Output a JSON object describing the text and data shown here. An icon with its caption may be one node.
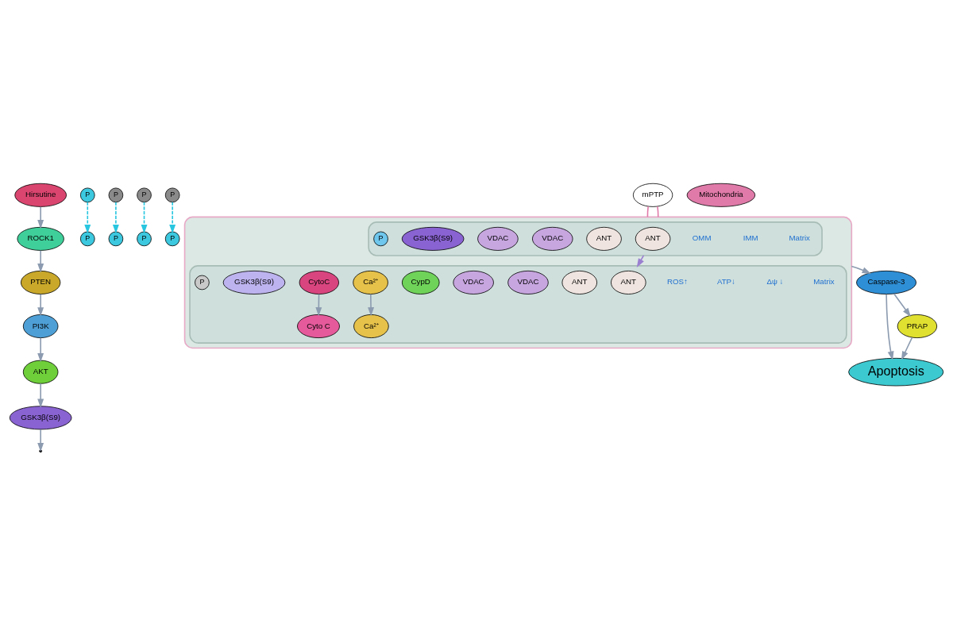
{
  "diagram": {
    "nodes": [
      {
        "text": [
          "Hirsutine"
        ]
      },
      {
        "text": [
          "ROCK1"
        ]
      },
      {
        "text": [
          "PTEN"
        ]
      },
      {
        "text": [
          "P"
        ]
      },
      {
        "text": [
          "P"
        ]
      },
      {
        "text": [
          "AKT"
        ]
      },
      {
        "text": [
          "P"
        ]
      },
      {
        "text": [
          "P"
        ]
      },
      {
        "text": [
          "GSK3β(S9)"
        ]
      },
      {
        "text": [
          "P"
        ]
      },
      {
        "text": [
          "P"
        ]
      },
      {
        "text": [
          "PI3K"
        ]
      },
      {
        "text": [
          "P"
        ]
      },
      {
        "text": [
          "P"
        ]
      },
      {
        "text": [],
        "shape": "box"
      },
      {
        "text": [],
        "shape": "box",
        "in": 14
      },
      {
        "text": [
          "ANT"
        ],
        "in": 15
      },
      {
        "text": [
          "ANT"
        ],
        "in": 15
      },
      {
        "text": [
          "VDAC"
        ],
        "in": 15
      },
      {
        "text": [
          "VDAC"
        ],
        "in": 15
      },
      {
        "text": [
          "GSK3β(S9)"
        ],
        "in": 15
      },
      {
        "text": [
          "P"
        ],
        "in": 15
      },
      {
        "text": [],
        "shape": "box",
        "in": 14
      },
      {
        "text": [
          "ANT"
        ],
        "in": 22
      },
      {
        "text": [
          "ANT"
        ],
        "in": 22
      },
      {
        "text": [
          "VDAC"
        ],
        "in": 22
      },
      {
        "text": [
          "VDAC"
        ],
        "in": 22
      },
      {
        "text": [
          "CypD"
        ],
        "in": 22
      },
      {
        "text": [
          "Ca²⁺"
        ],
        "in": 22
      },
      {
        "text": [
          "CytoC"
        ],
        "in": 22
      },
      {
        "text": [
          "Ca²⁺"
        ],
        "in": 22
      },
      {
        "text": [
          "Cyto C"
        ],
        "in": 22
      },
      {
        "text": [
          "GSK3β(S9)"
        ],
        "in": 22
      },
      {
        "text": [
          "P"
        ],
        "in": 22
      },
      {
        "text": [
          "Mitochondria"
        ]
      },
      {
        "text": [
          "mPTP"
        ]
      },
      {
        "text": [
          "Caspase-3"
        ]
      },
      {
        "text": [
          "Apoptosis"
        ]
      },
      {
        "text": [
          "PRAP"
        ]
      }
    ],
    "edges": [
      {
        "from": 0,
        "to": 1,
        "arrow": "to"
      },
      {
        "from": 1,
        "to": 2,
        "arrow": "to"
      },
      {
        "from": 3,
        "to": 4,
        "arrow": "to",
        "style": "dashed",
        "color": "#29c6e0"
      },
      {
        "from": 2,
        "to": 11,
        "arrow": "to"
      },
      {
        "from": 6,
        "to": 7,
        "arrow": "to",
        "style": "dashed",
        "color": "#29c6e0"
      },
      {
        "from": 11,
        "to": 5,
        "arrow": "to"
      },
      {
        "from": 12,
        "to": 13,
        "arrow": "to",
        "style": "dashed",
        "color": "#29c6e0"
      },
      {
        "from": 5,
        "to": 8,
        "arrow": "to"
      },
      {
        "from": 9,
        "to": 10,
        "arrow": "to",
        "style": "dashed",
        "color": "#29c6e0"
      },
      {
        "from": 8,
        "to": null,
        "arrow": "to"
      },
      {
        "from": 15,
        "to": 22,
        "arrow": "to",
        "color": "#9b7fd0"
      },
      {
        "from": 28,
        "to": 30,
        "arrow": "to"
      },
      {
        "from": 29,
        "to": 31,
        "arrow": "to"
      },
      {
        "from": 35,
        "to": 14,
        "arrow": "none",
        "color": "#e07aa8"
      },
      {
        "from": 35,
        "to": 14,
        "arrow": "none",
        "color": "#e07aa8"
      },
      {
        "from": 14,
        "to": 36,
        "arrow": "to"
      },
      {
        "from": 36,
        "to": 37,
        "arrow": "to"
      },
      {
        "from": 36,
        "to": 38,
        "arrow": "to"
      },
      {
        "from": 38,
        "to": 37,
        "arrow": "to"
      }
    ],
    "labels": [
      "Matrix",
      "Matrix",
      "IMM",
      "OMM",
      "Δψ ↓",
      "ATP↓",
      "ROS↑"
    ]
  }
}
